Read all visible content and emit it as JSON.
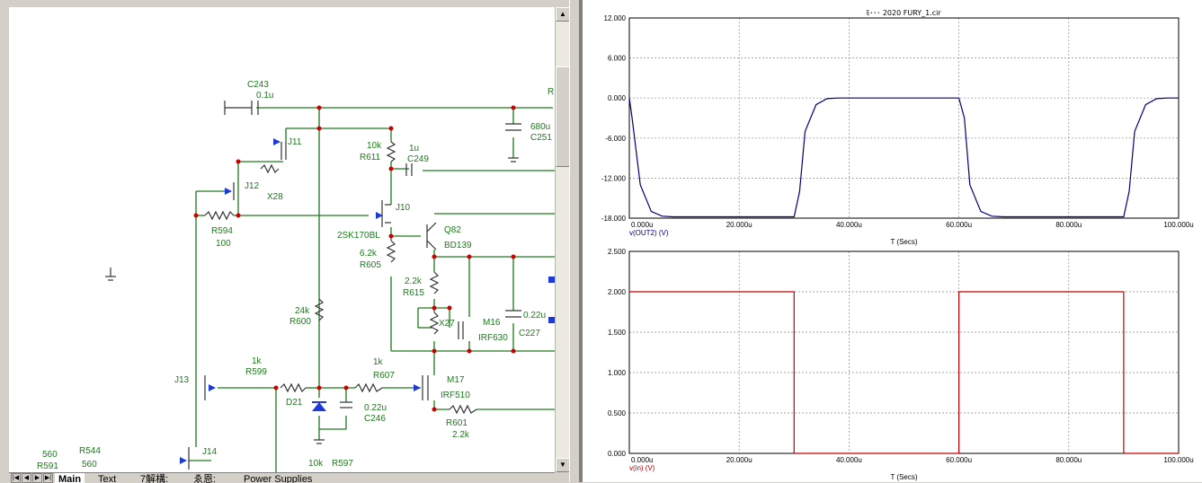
{
  "schematic": {
    "components": [
      {
        "id": "c243",
        "name": "C243",
        "value": "0.1u"
      },
      {
        "id": "j11",
        "name": "J11"
      },
      {
        "id": "j12",
        "name": "J12"
      },
      {
        "id": "x28",
        "name": "X28"
      },
      {
        "id": "r594",
        "name": "R594",
        "value": "100"
      },
      {
        "id": "r611",
        "name": "R611",
        "value": "10k"
      },
      {
        "id": "c249",
        "name": "C249",
        "value": "1u"
      },
      {
        "id": "c251",
        "name": "C251",
        "value": "680u"
      },
      {
        "id": "j10",
        "name": "J10",
        "value": "2SK170BL"
      },
      {
        "id": "q82",
        "name": "Q82",
        "value": "BD139"
      },
      {
        "id": "r605",
        "name": "R605",
        "value": "6.2k"
      },
      {
        "id": "r615",
        "name": "R615",
        "value": "2.2k"
      },
      {
        "id": "x27",
        "name": "X27"
      },
      {
        "id": "m16",
        "name": "M16",
        "value": "IRF630"
      },
      {
        "id": "c227",
        "name": "C227",
        "value": "0.22u"
      },
      {
        "id": "r600",
        "name": "R600",
        "value": "24k"
      },
      {
        "id": "j13",
        "name": "J13"
      },
      {
        "id": "r599",
        "name": "R599",
        "value": "1k"
      },
      {
        "id": "d21",
        "name": "D21"
      },
      {
        "id": "c246",
        "name": "C246",
        "value": "0.22u"
      },
      {
        "id": "r607",
        "name": "R607",
        "value": "1k"
      },
      {
        "id": "m17",
        "name": "M17",
        "value": "IRF510"
      },
      {
        "id": "r601",
        "name": "R601",
        "value": "2.2k"
      },
      {
        "id": "j14",
        "name": "J14"
      },
      {
        "id": "r591",
        "name": "R591",
        "value": "560"
      },
      {
        "id": "r544",
        "name": "R544",
        "value": "560"
      },
      {
        "id": "r597",
        "name": "R597",
        "value": "10k"
      }
    ],
    "partial_label": "R",
    "tabs": [
      {
        "label": "Main",
        "active": true
      },
      {
        "label": "Text"
      },
      {
        "label": "7解構:"
      },
      {
        "label": "ゑ恩:"
      },
      {
        "label": "Power Supplies"
      }
    ],
    "tab_nav": [
      "|◀",
      "◀",
      "▶",
      "▶|"
    ]
  },
  "plot": {
    "title": "ﾓ･･･ 2020 FURY_1.cir",
    "x_title": "T (Secs)",
    "x_ticks": [
      "0.000u",
      "20.000u",
      "40.000u",
      "60.000u",
      "80.000u",
      "100.000u"
    ],
    "top_y_ticks": [
      "12.000",
      "6.000",
      "0.000",
      "-6.000",
      "-12.000",
      "-18.000"
    ],
    "top_trace_label": "v(OUT2) (V)",
    "bottom_y_ticks": [
      "2.500",
      "2.000",
      "1.500",
      "1.000",
      "0.500",
      "0.000"
    ],
    "bottom_trace_label": "v(in) (V)",
    "colors": {
      "out": "#00007f",
      "in": "#c00000"
    }
  },
  "chart_data": [
    {
      "type": "line",
      "xlabel": "T (Secs)",
      "ylabel": "v(OUT2) (V)",
      "xlim": [
        0,
        100
      ],
      "ylim": [
        -18,
        12
      ],
      "grid": true,
      "series": [
        {
          "name": "v(OUT2) (V)",
          "x": [
            0,
            0.5,
            2,
            4,
            6,
            8,
            30,
            31,
            32,
            34,
            36,
            38,
            60,
            61,
            62,
            64,
            66,
            68,
            90,
            91,
            92,
            94,
            96,
            98,
            100
          ],
          "y": [
            0,
            -3,
            -13,
            -17,
            -17.7,
            -17.8,
            -17.8,
            -14,
            -5,
            -1,
            -0.1,
            0,
            0,
            -3,
            -13,
            -17,
            -17.7,
            -17.8,
            -17.8,
            -14,
            -5,
            -1,
            -0.1,
            0,
            0
          ]
        }
      ]
    },
    {
      "type": "line",
      "xlabel": "T (Secs)",
      "ylabel": "v(in) (V)",
      "xlim": [
        0,
        100
      ],
      "ylim": [
        0,
        2.5
      ],
      "grid": true,
      "series": [
        {
          "name": "v(in) (V)",
          "x": [
            0,
            30,
            30,
            60,
            60,
            90,
            90,
            100
          ],
          "y": [
            2,
            2,
            0,
            0,
            2,
            2,
            0,
            0
          ]
        }
      ]
    }
  ]
}
